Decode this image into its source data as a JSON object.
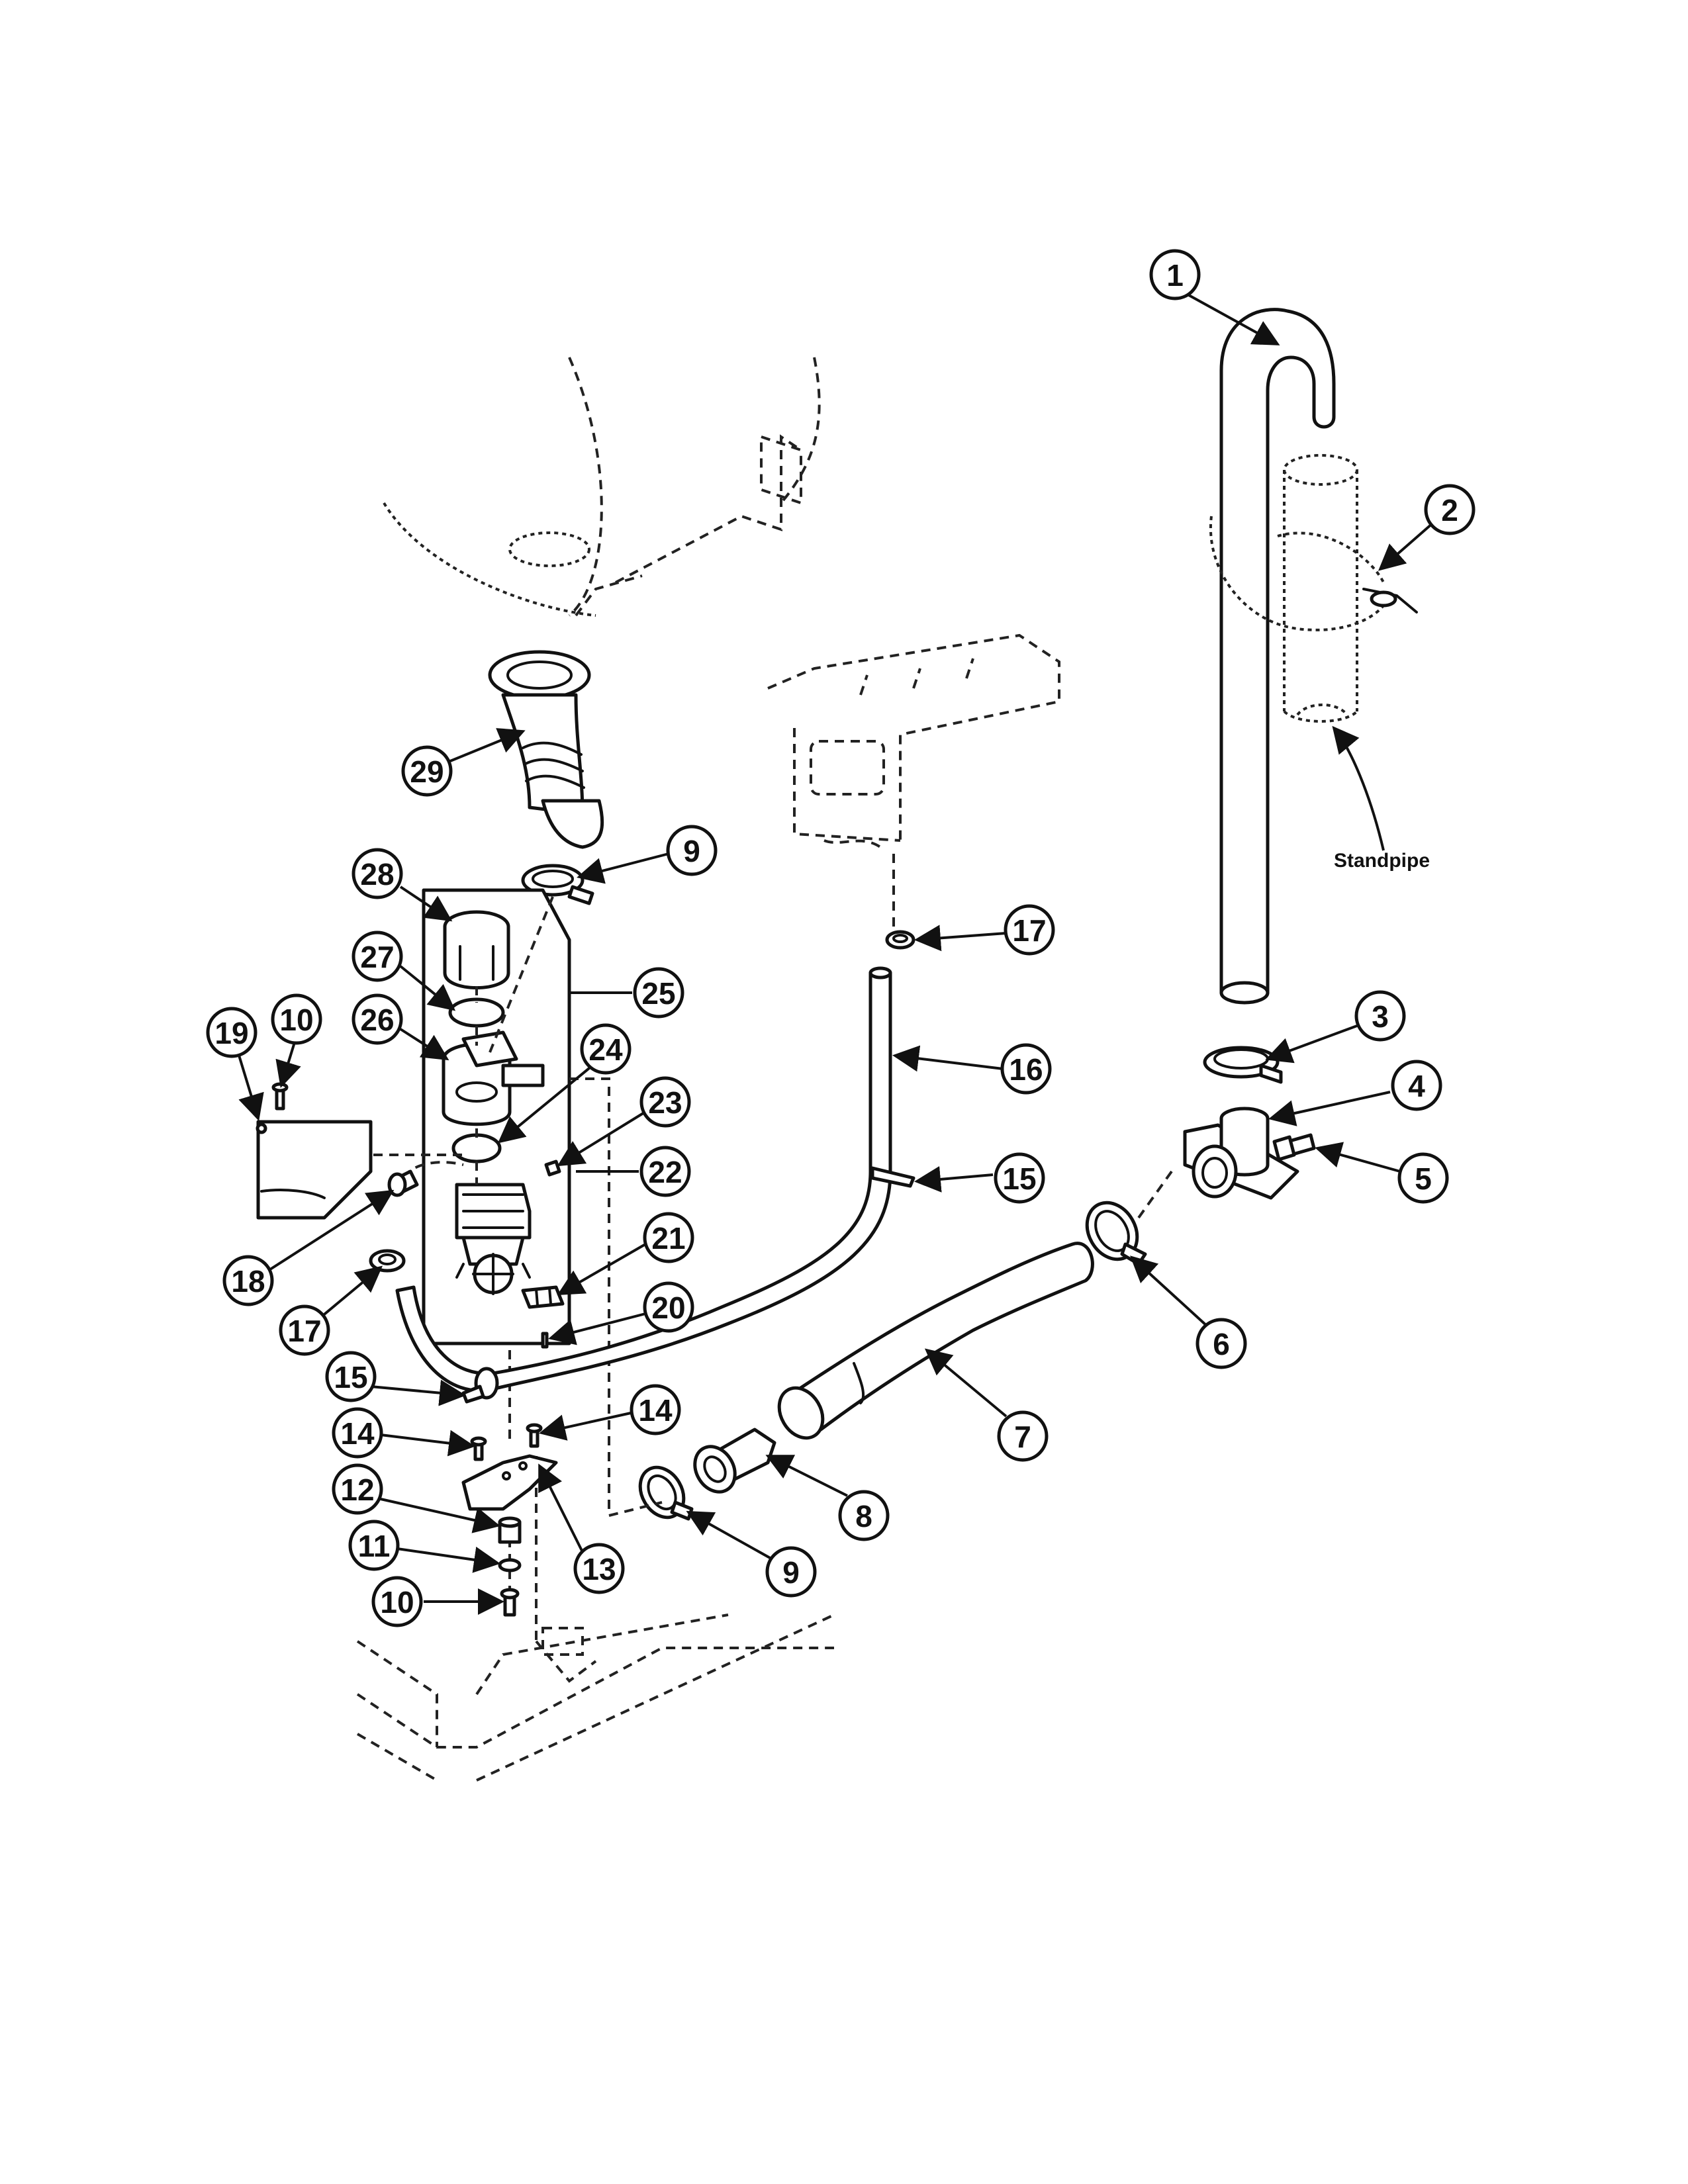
{
  "colors": {
    "ink": "#111111",
    "paper": "#ffffff"
  },
  "labels": {
    "standpipe": "Standpipe"
  },
  "callouts": [
    "1",
    "2",
    "3",
    "4",
    "5",
    "6",
    "7",
    "8",
    "9",
    "9",
    "10",
    "10",
    "11",
    "12",
    "13",
    "14",
    "14",
    "15",
    "15",
    "16",
    "17",
    "17",
    "18",
    "19",
    "20",
    "21",
    "22",
    "23",
    "24",
    "25",
    "26",
    "27",
    "28",
    "29"
  ]
}
